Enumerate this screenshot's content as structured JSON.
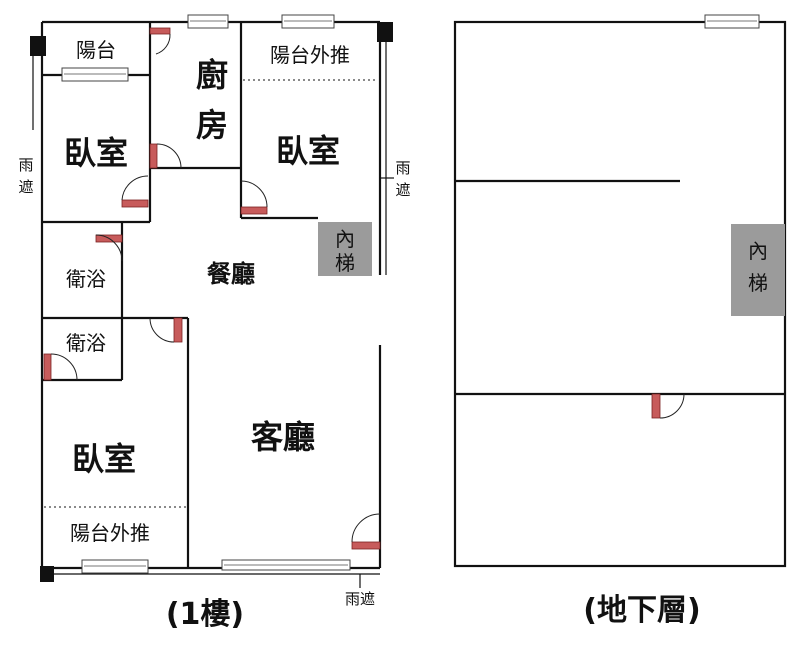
{
  "floor1": {
    "caption": "(1樓)",
    "rooms": {
      "balcony_top_left": "陽台",
      "kitchen_line1": "廚",
      "kitchen_line2": "房",
      "balcony_ext_top": "陽台外推",
      "bedroom_top_left": "臥室",
      "bedroom_top_right": "臥室",
      "bath_upper": "衛浴",
      "dining": "餐廳",
      "bath_lower": "衛浴",
      "elevator_line1": "內",
      "elevator_line2": "梯",
      "bedroom_bottom": "臥室",
      "living": "客廳",
      "balcony_ext_bottom": "陽台外推"
    },
    "canopy_left": [
      "雨",
      "遮"
    ],
    "canopy_right": [
      "雨",
      "遮"
    ],
    "canopy_bottom": "雨遮"
  },
  "basement": {
    "caption": "(地下層)",
    "elevator_line1": "內",
    "elevator_line2": "梯"
  },
  "colors": {
    "wall": "#111111",
    "door": "#c75b5b",
    "elevator": "#9b9b9b"
  }
}
